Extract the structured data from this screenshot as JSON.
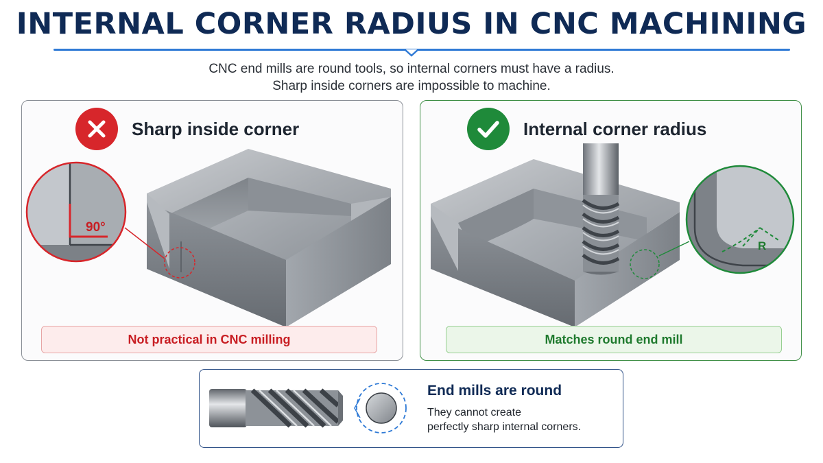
{
  "title": "INTERNAL CORNER RADIUS IN CNC MACHINING",
  "subtitle": {
    "line1": "CNC end mills are round tools, so internal corners must have a radius.",
    "line2": "Sharp inside corners are impossible to machine."
  },
  "panels": {
    "bad": {
      "heading": "Sharp inside corner",
      "angle_label": "90°",
      "footer": "Not practical in CNC milling",
      "accent": "#d7262b"
    },
    "good": {
      "heading": "Internal corner radius",
      "radius_label": "R",
      "footer": "Matches round end mill",
      "accent": "#1f8a3a"
    }
  },
  "bottom": {
    "title": "End mills are round",
    "text_line1": "They cannot create",
    "text_line2": "perfectly sharp internal corners."
  },
  "colors": {
    "title": "#0f2a55",
    "rule": "#2f7ad6",
    "metal": "#9aa0a6"
  }
}
